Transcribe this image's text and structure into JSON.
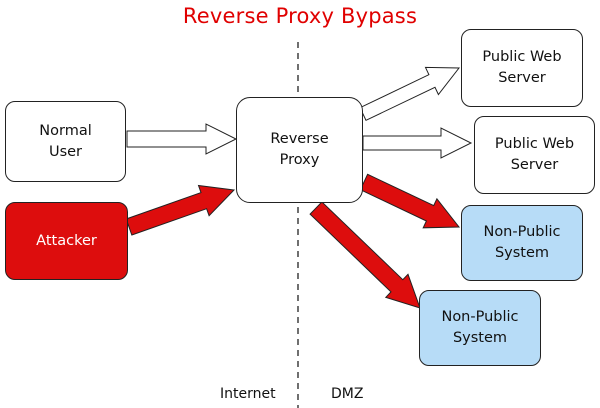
{
  "title": "Reverse Proxy Bypass",
  "zones": {
    "left": "Internet",
    "right": "DMZ"
  },
  "nodes": {
    "normal_user": "Normal\nUser",
    "attacker": "Attacker",
    "reverse_proxy": "Reverse\nProxy",
    "public_web_server_1": "Public Web\nServer",
    "public_web_server_2": "Public Web\nServer",
    "non_public_system_1": "Non-Public\nSystem",
    "non_public_system_2": "Non-Public\nSystem"
  },
  "colors": {
    "title": "#e00000",
    "attacker_fill": "#dd0d0d",
    "attack_arrow": "#dd0d0d",
    "non_public_fill": "#b7dcf7",
    "normal_arrow_fill": "#ffffff"
  }
}
